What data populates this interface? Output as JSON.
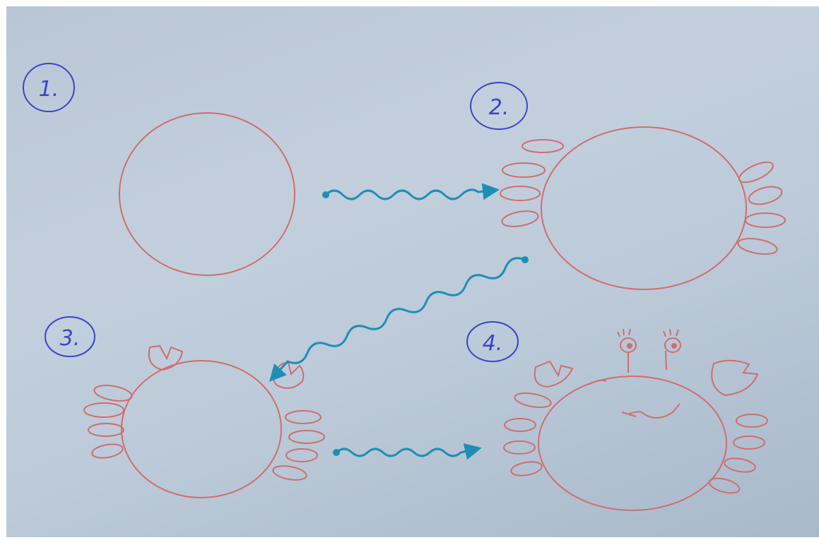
{
  "steps": [
    {
      "label": "1."
    },
    {
      "label": "2."
    },
    {
      "label": "3."
    },
    {
      "label": "4."
    }
  ],
  "colors": {
    "paper": "#c1cddb",
    "body_outline": "#cf6e6e",
    "step_marker": "#3d43c8",
    "arrow": "#1d8fb4"
  },
  "icons": [
    "crab-body",
    "crab-leg",
    "crab-claw",
    "crab-eye",
    "crab-smile",
    "wavy-arrow"
  ]
}
